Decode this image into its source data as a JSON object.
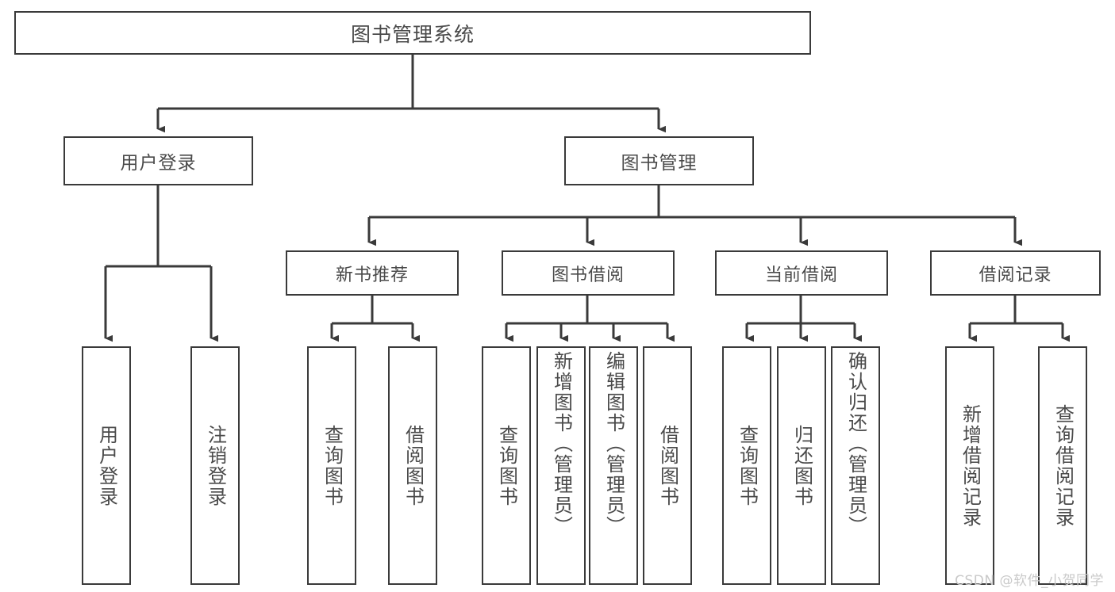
{
  "diagram": {
    "type": "tree-hierarchy",
    "title": "图书管理系统",
    "root": {
      "id": "root",
      "label": "图书管理系统"
    },
    "level1": [
      {
        "id": "user-login",
        "label": "用户登录"
      },
      {
        "id": "book-manage",
        "label": "图书管理"
      }
    ],
    "level2": [
      {
        "id": "new-book-rec",
        "label": "新书推荐",
        "parent": "book-manage"
      },
      {
        "id": "book-borrow",
        "label": "图书借阅",
        "parent": "book-manage"
      },
      {
        "id": "current-borrow",
        "label": "当前借阅",
        "parent": "book-manage"
      },
      {
        "id": "borrow-record",
        "label": "借阅记录",
        "parent": "book-manage"
      }
    ],
    "leaves": [
      {
        "id": "leaf-user-login",
        "label": "用户登录",
        "parent": "user-login"
      },
      {
        "id": "leaf-logout",
        "label": "注销登录",
        "parent": "user-login"
      },
      {
        "id": "leaf-query-book-1",
        "label": "查询图书",
        "parent": "new-book-rec"
      },
      {
        "id": "leaf-borrow-book-1",
        "label": "借阅图书",
        "parent": "new-book-rec"
      },
      {
        "id": "leaf-query-book-2",
        "label": "查询图书",
        "parent": "book-borrow"
      },
      {
        "id": "leaf-add-book",
        "label": "新增图书（管理员）",
        "parent": "book-borrow"
      },
      {
        "id": "leaf-edit-book",
        "label": "编辑图书（管理员）",
        "parent": "book-borrow"
      },
      {
        "id": "leaf-borrow-book-2",
        "label": "借阅图书",
        "parent": "book-borrow"
      },
      {
        "id": "leaf-query-book-3",
        "label": "查询图书",
        "parent": "current-borrow"
      },
      {
        "id": "leaf-return-book",
        "label": "归还图书",
        "parent": "current-borrow"
      },
      {
        "id": "leaf-confirm-return",
        "label": "确认归还（管理员）",
        "parent": "current-borrow"
      },
      {
        "id": "leaf-add-record",
        "label": "新增借阅记录",
        "parent": "borrow-record"
      },
      {
        "id": "leaf-query-record",
        "label": "查询借阅记录",
        "parent": "borrow-record"
      }
    ],
    "watermark": "CSDN @软件_小贺同学",
    "colors": {
      "stroke": "#3a3a3a",
      "text": "#4a4a4a",
      "background": "#ffffff",
      "watermark": "#c9c9c9"
    }
  }
}
